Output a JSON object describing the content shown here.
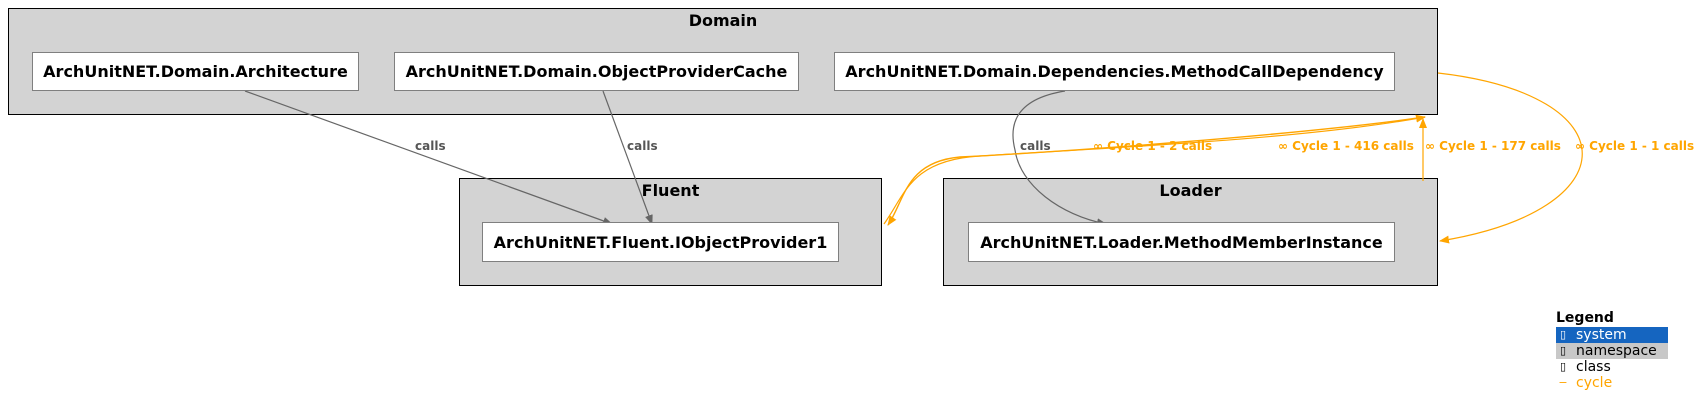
{
  "namespaces": {
    "domain": "Domain",
    "fluent": "Fluent",
    "loader": "Loader"
  },
  "classes": {
    "architecture": "ArchUnitNET.Domain.Architecture",
    "object_provider_cache": "ArchUnitNET.Domain.ObjectProviderCache",
    "method_call_dependency": "ArchUnitNET.Domain.Dependencies.MethodCallDependency",
    "iobject_provider": "ArchUnitNET.Fluent.IObjectProvider1",
    "method_member_instance": "ArchUnitNET.Loader.MethodMemberInstance"
  },
  "edges": {
    "calls_1": "calls",
    "calls_2": "calls",
    "calls_3": "calls",
    "cycle_2": "∞ Cycle 1 - 2 calls",
    "cycle_416": "∞ Cycle 1 - 416 calls",
    "cycle_177": "∞ Cycle 1 - 177 calls",
    "cycle_1": "∞ Cycle 1 - 1 calls"
  },
  "legend": {
    "title": "Legend",
    "system": "system",
    "namespace": "namespace",
    "class": "class",
    "cycle": "cycle",
    "cycle_symbol": "−"
  },
  "colors": {
    "namespace_fill": "#d3d3d3",
    "calls_edge": "#666666",
    "cycle_edge": "#ffa500",
    "system_legend": "#1565c0"
  }
}
